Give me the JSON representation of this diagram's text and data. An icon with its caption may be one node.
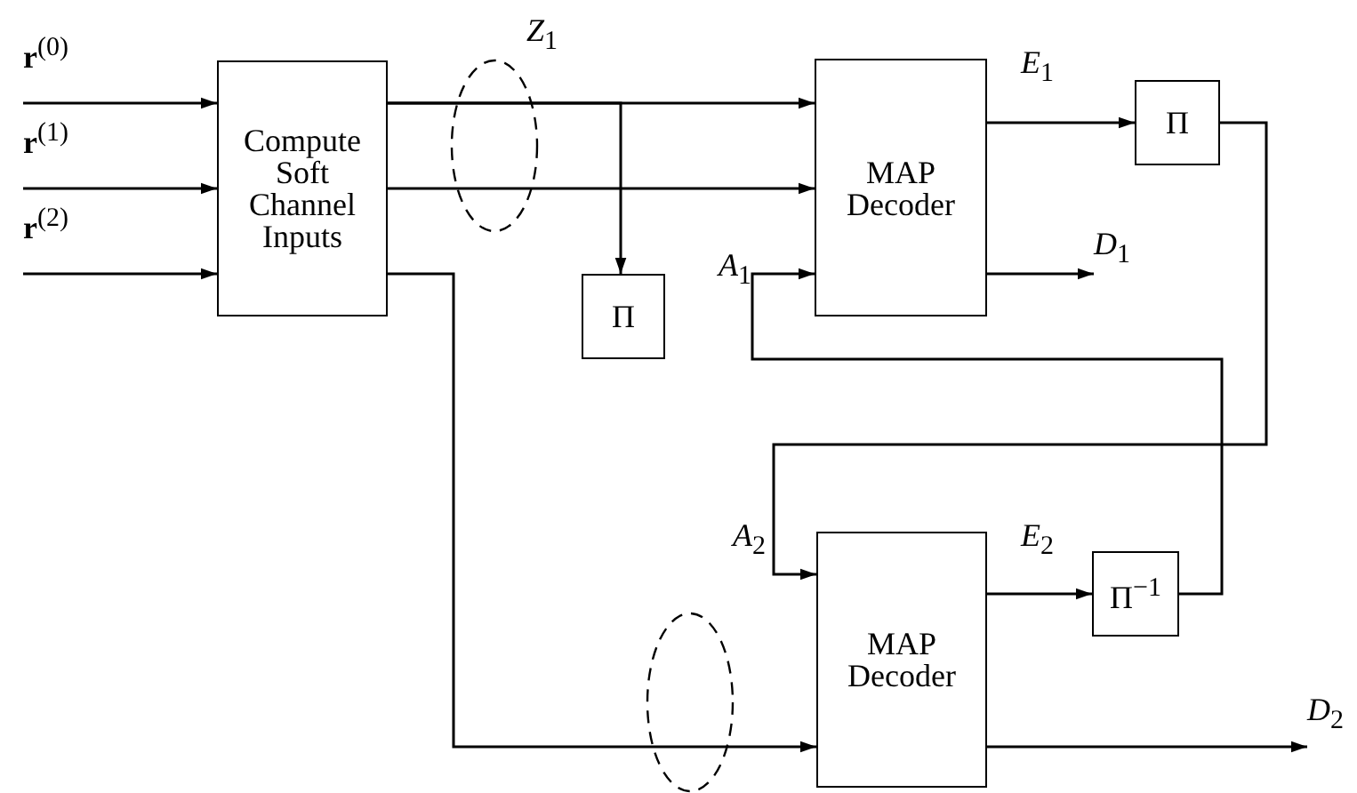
{
  "diagram": {
    "nodes": [
      {
        "text": [
          "Compute Soft Channel Inputs"
        ]
      },
      {
        "text": [
          "MAP Decoder"
        ]
      },
      {
        "text": [
          "Π"
        ]
      },
      {
        "text": [
          "Π"
        ]
      },
      {
        "text": [
          "MAP Decoder"
        ]
      },
      {
        "text": [
          "Π$^{−1}$"
        ]
      },
      {
        "text": [
          "**r**$^{(0)}$"
        ]
      },
      {
        "text": [
          "**r**$^{(1)}$"
        ]
      },
      {
        "text": [
          "**r**$^{(2)}$"
        ]
      },
      {
        "text": [
          "*D*$_{1}$"
        ]
      },
      {
        "text": [
          "*D*$_{2}$"
        ]
      }
    ],
    "edges": [
      {
        "from": 6,
        "to": 0,
        "arrow": "to"
      },
      {
        "from": 7,
        "to": 0,
        "arrow": "to"
      },
      {
        "from": 8,
        "to": 0,
        "arrow": "to"
      },
      {
        "from": 0,
        "to": 1,
        "arrow": "to"
      },
      {
        "from": 0,
        "to": 3,
        "arrow": "to"
      },
      {
        "from": 0,
        "to": 1,
        "arrow": "to"
      },
      {
        "from": 0,
        "to": 4,
        "arrow": "to"
      },
      {
        "from": 1,
        "to": 2,
        "arrow": "to"
      },
      {
        "from": 1,
        "to": 9,
        "arrow": "to"
      },
      {
        "from": 2,
        "to": 4,
        "arrow": "to"
      },
      {
        "from": 4,
        "to": 5,
        "arrow": "to"
      },
      {
        "from": 5,
        "to": 1,
        "arrow": "to"
      },
      {
        "from": 4,
        "to": 10,
        "arrow": "to"
      }
    ],
    "labels": [
      "*Z*$_{1}$",
      "*E*$_{1}$",
      "*A*$_{1}$",
      "*A*$_{2}$",
      "*E*$_{2}$"
    ]
  }
}
